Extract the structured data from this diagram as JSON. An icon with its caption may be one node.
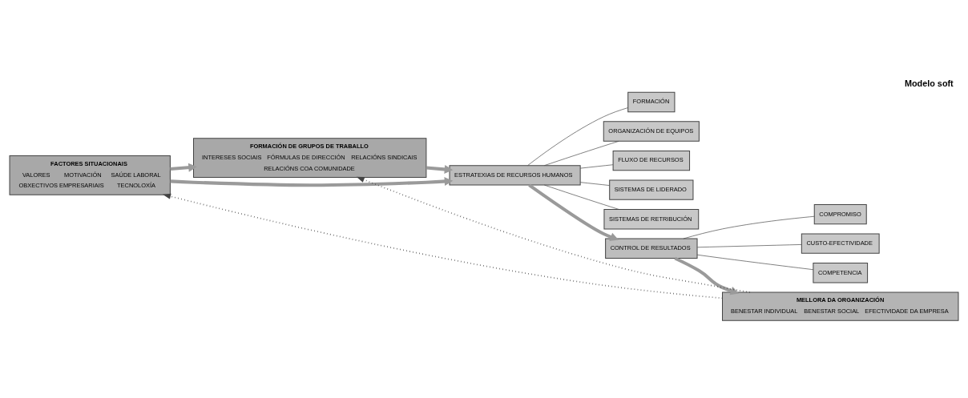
{
  "diagram": {
    "title": "Modelo soft",
    "nodes": [
      {
        "text": [
          "FORMACIÓN DE GRUPOS DE TRABALLO",
          "INTERESES SOCIAIS",
          "FÓRMULAS DE DIRECCIÓN",
          "RELACIÓNS SINDICAIS",
          "RELACIÓNS COA COMUNIDADE"
        ]
      },
      {
        "text": [
          "FACTORES SITUACIONAIS",
          "VALORES",
          "MOTIVACIÓN",
          "SAÚDE LABORAL",
          "OBXECTIVOS EMPRESARIAIS",
          "TECNOLOXÍA"
        ]
      },
      {
        "text": [
          "ESTRATEXIAS DE RECURSOS HUMANOS"
        ]
      },
      {
        "text": [
          "FORMACIÓN"
        ]
      },
      {
        "text": [
          "ORGANIZACIÓN DE EQUIPOS"
        ]
      },
      {
        "text": [
          "FLUXO DE RECURSOS"
        ]
      },
      {
        "text": [
          "SISTEMAS DE LIDERADO"
        ]
      },
      {
        "text": [
          "SISTEMAS DE RETRIBUCIÓN"
        ]
      },
      {
        "text": [
          "CONTROL DE RESULTADOS"
        ]
      },
      {
        "text": [
          "COMPROMISO"
        ]
      },
      {
        "text": [
          "CUSTO-EFECTIVIDADE"
        ]
      },
      {
        "text": [
          "COMPETENCIA"
        ]
      },
      {
        "text": [
          "MELLORA DA ORGANIZACIÓN",
          "BENESTAR INDIVIDUAL",
          "BENESTAR SOCIAL",
          "EFECTIVIDADE DA EMPRESA"
        ]
      }
    ],
    "edges": [
      {
        "from": 1,
        "to": 0,
        "arrow": "to",
        "style": "thick",
        "color": "#9a9a9a"
      },
      {
        "from": 0,
        "to": 2,
        "arrow": "to",
        "style": "thick",
        "color": "#9a9a9a"
      },
      {
        "from": 1,
        "to": 2,
        "arrow": "to",
        "style": "thick",
        "color": "#9a9a9a"
      },
      {
        "from": 2,
        "to": 3,
        "arrow": "none"
      },
      {
        "from": 2,
        "to": 4,
        "arrow": "none"
      },
      {
        "from": 2,
        "to": 5,
        "arrow": "none"
      },
      {
        "from": 2,
        "to": 6,
        "arrow": "none"
      },
      {
        "from": 2,
        "to": 7,
        "arrow": "none"
      },
      {
        "from": 2,
        "to": 8,
        "arrow": "to",
        "style": "thick",
        "color": "#9a9a9a"
      },
      {
        "from": 8,
        "to": 9,
        "arrow": "none"
      },
      {
        "from": 8,
        "to": 10,
        "arrow": "none"
      },
      {
        "from": 8,
        "to": 11,
        "arrow": "none"
      },
      {
        "from": 8,
        "to": 12,
        "arrow": "to",
        "style": "thick",
        "color": "#9a9a9a"
      },
      {
        "from": 12,
        "to": 0,
        "arrow": "to",
        "style": "dashed"
      },
      {
        "from": 12,
        "to": 1,
        "arrow": "to",
        "style": "dashed"
      }
    ]
  }
}
